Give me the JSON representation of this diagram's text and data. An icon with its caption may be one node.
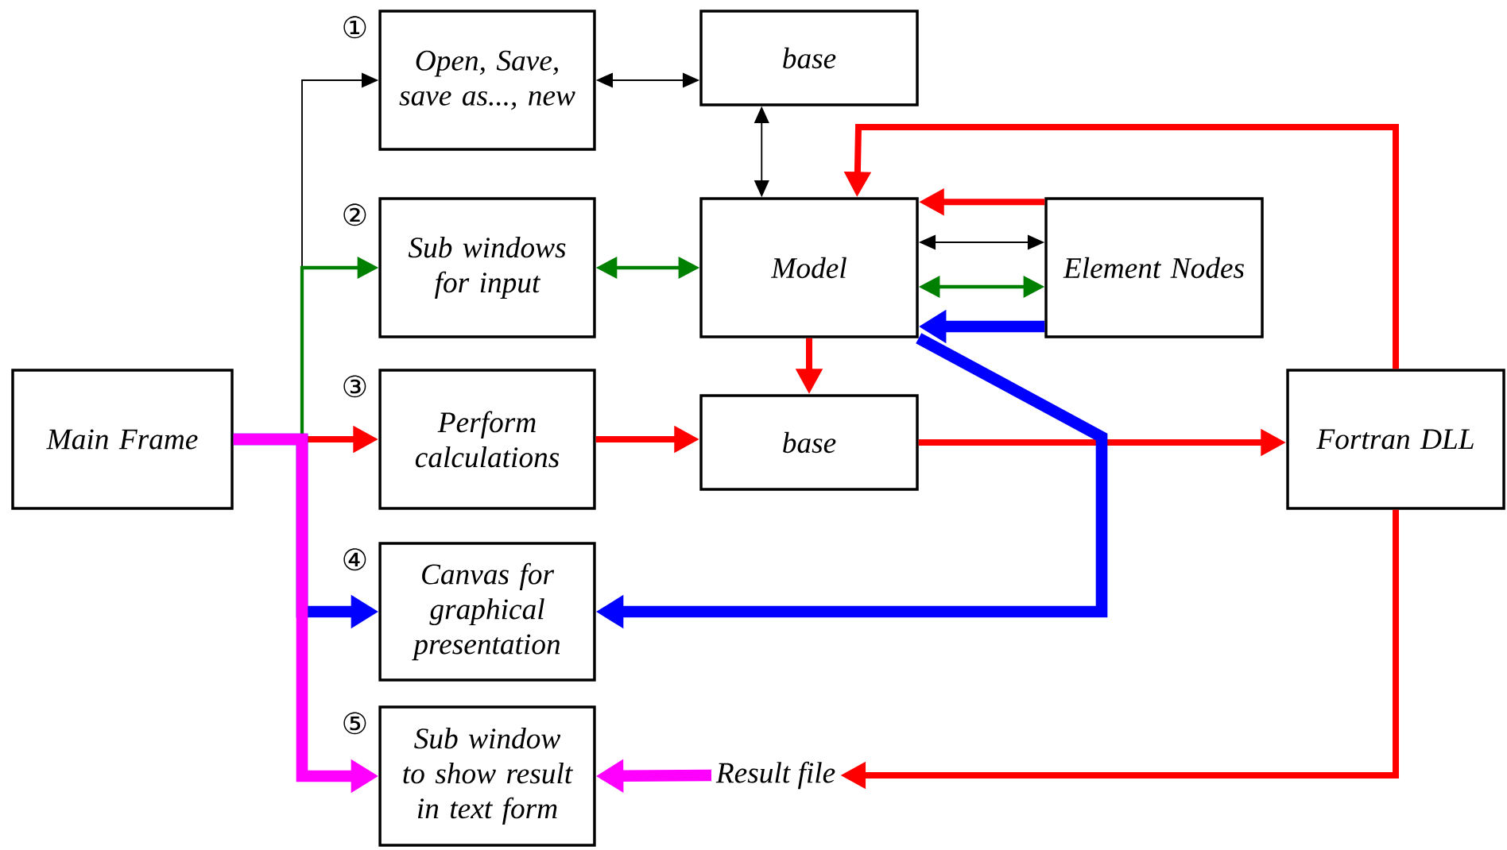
{
  "diagram": {
    "nodes": [
      {
        "text": [
          "Main Frame"
        ]
      },
      {
        "text": [
          "Open, Save, save as..., new"
        ],
        "beside": [
          "①"
        ]
      },
      {
        "text": [
          "base"
        ]
      },
      {
        "text": [
          "Sub windows for input"
        ],
        "beside": [
          "②"
        ]
      },
      {
        "text": [
          "Model"
        ]
      },
      {
        "text": [
          "Element Nodes"
        ]
      },
      {
        "text": [
          "Perform calculations"
        ],
        "beside": [
          "③"
        ]
      },
      {
        "text": [
          "base"
        ]
      },
      {
        "text": [
          "Fortran DLL"
        ]
      },
      {
        "text": [
          "Canvas for graphical presentation"
        ],
        "beside": [
          "④"
        ]
      },
      {
        "text": [
          "Sub window to show result in text form"
        ],
        "beside": [
          "⑤"
        ]
      },
      {
        "text": [
          "Result file"
        ]
      }
    ],
    "edges": [
      {
        "from": 0,
        "to": 1,
        "arrow": "to",
        "color": "#000000"
      },
      {
        "from": 0,
        "to": 3,
        "arrow": "to",
        "color": "#008000"
      },
      {
        "from": 0,
        "to": 6,
        "arrow": "to"
      },
      {
        "from": 0,
        "to": 9,
        "arrow": "to",
        "style": "thick",
        "color": "#0000ff"
      },
      {
        "from": 0,
        "to": 10,
        "arrow": "to",
        "style": "thick",
        "color": "#ff00ff"
      },
      {
        "from": 1,
        "to": 2,
        "arrow": "both",
        "color": "#000000"
      },
      {
        "from": 2,
        "to": 4,
        "arrow": "both",
        "color": "#000000"
      },
      {
        "from": 3,
        "to": 4,
        "arrow": "both",
        "color": "#008000"
      },
      {
        "from": 4,
        "to": 7,
        "arrow": "to"
      },
      {
        "from": 6,
        "to": 7,
        "arrow": "to"
      },
      {
        "from": 7,
        "to": 8,
        "arrow": "to"
      },
      {
        "from": 8,
        "to": 4,
        "arrow": "to"
      },
      {
        "from": 5,
        "to": 4,
        "arrow": "to"
      },
      {
        "from": 4,
        "to": 5,
        "arrow": "both",
        "color": "#000000"
      },
      {
        "from": 4,
        "to": 5,
        "arrow": "both",
        "color": "#008000"
      },
      {
        "from": 5,
        "to": 4,
        "arrow": "to",
        "style": "thick",
        "color": "#0000ff"
      },
      {
        "from": 4,
        "to": 9,
        "arrow": "to",
        "style": "thick",
        "color": "#0000ff"
      },
      {
        "from": 8,
        "to": 11,
        "arrow": "to"
      },
      {
        "from": 11,
        "to": 10,
        "arrow": "to",
        "style": "thick",
        "color": "#ff00ff"
      }
    ]
  }
}
